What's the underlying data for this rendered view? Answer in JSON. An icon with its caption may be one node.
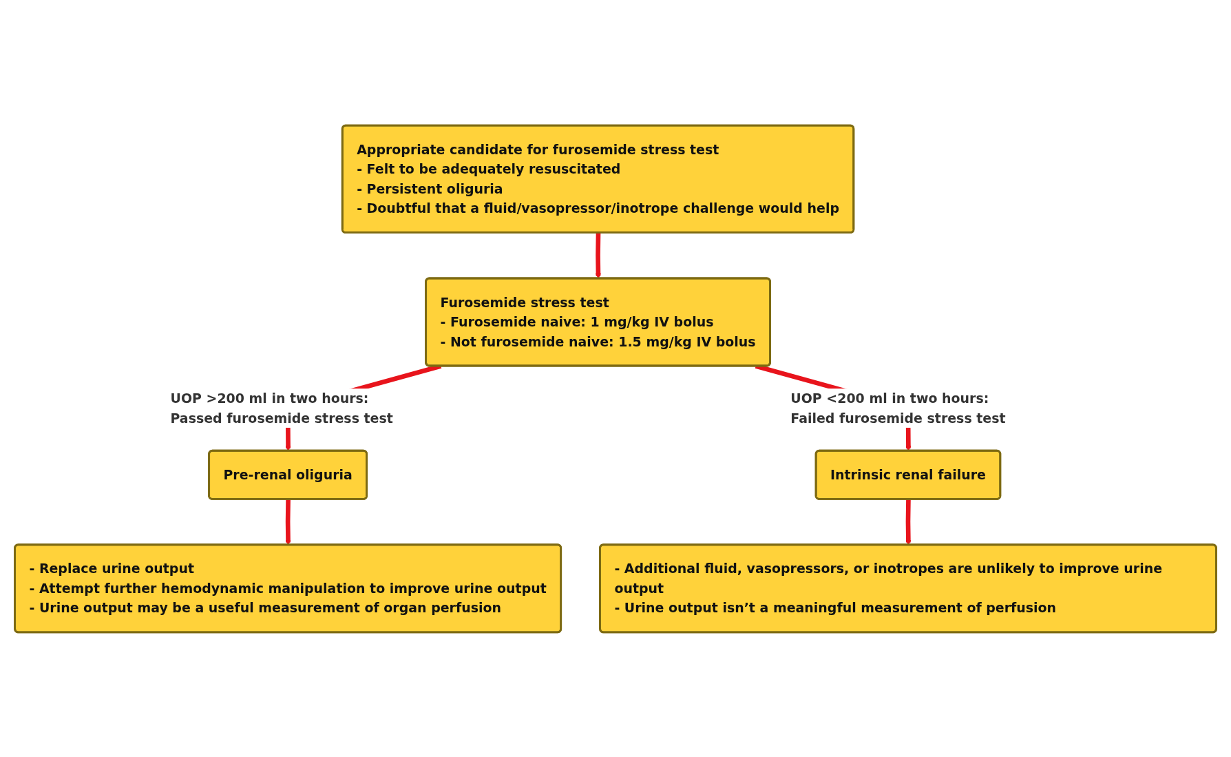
{
  "diagram": {
    "nodes": [
      {
        "text": [
          "Appropriate candidate for furosemide stress test",
          "- Felt to be adequately resuscitated",
          "- Persistent oliguria",
          "- Doubtful that a fluid/vasopressor/inotrope challenge would help"
        ]
      },
      {
        "text": [
          "Furosemide stress test",
          "- Furosemide naive: 1 mg/kg IV bolus",
          "- Not furosemide naive: 1.5 mg/kg IV bolus"
        ]
      },
      {
        "text": [
          "Pre-renal oliguria"
        ]
      },
      {
        "text": [
          "Intrinsic renal failure"
        ]
      },
      {
        "text": [
          "- Replace urine output",
          "- Attempt further hemodynamic manipulation to improve urine output",
          "- Urine output may be a useful measurement of organ perfusion"
        ]
      },
      {
        "text": [
          "- Additional fluid, vasopressors, or inotropes are unlikely to improve urine output",
          "- Urine output isn’t a meaningful measurement of perfusion"
        ]
      }
    ],
    "edges": [
      {
        "from": 0,
        "to": 1,
        "arrow": "to"
      },
      {
        "from": 1,
        "to": 2,
        "arrow": "to",
        "label": "UOP >200 ml in two hours: Passed furosemide stress test"
      },
      {
        "from": 1,
        "to": 3,
        "arrow": "to",
        "label": "UOP <200 ml in two hours: Failed furosemide stress test"
      },
      {
        "from": 2,
        "to": 4,
        "arrow": "to"
      },
      {
        "from": 3,
        "to": 5,
        "arrow": "to"
      }
    ]
  }
}
